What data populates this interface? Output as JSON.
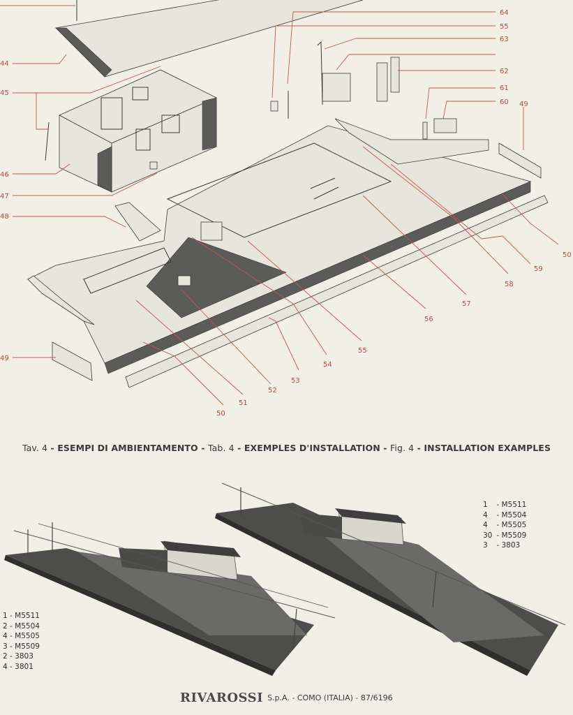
{
  "callouts": {
    "c44": "44",
    "c45": "45",
    "c46": "46",
    "c47": "47",
    "c48": "48",
    "c49_left": "49",
    "c64": "64",
    "c55_top": "55",
    "c63": "63",
    "c62": "62",
    "c61": "61",
    "c60": "60",
    "c49_right": "49",
    "c50_right": "50",
    "c59": "59",
    "c58": "58",
    "c57": "57",
    "c56": "56",
    "c55_bottom": "55",
    "c54": "54",
    "c53": "53",
    "c52": "52",
    "c51": "51",
    "c50_bottom": "50"
  },
  "caption": {
    "tav": "Tav. 4",
    "it": "ESEMPI DI AMBIENTAMENTO",
    "tab": "Tab. 4",
    "fr": "EXEMPLES D'INSTALLATION",
    "fig": "Fig. 4",
    "en": "INSTALLATION EXAMPLES",
    "sep": " - "
  },
  "parts_right": [
    {
      "qty": "1",
      "code": "M5511"
    },
    {
      "qty": "4",
      "code": "M5504"
    },
    {
      "qty": "4",
      "code": "M5505"
    },
    {
      "qty": "30",
      "code": "M5509"
    },
    {
      "qty": "3",
      "code": "3803"
    }
  ],
  "parts_left": [
    {
      "qty": "1",
      "code": "M5511"
    },
    {
      "qty": "2",
      "code": "M5504"
    },
    {
      "qty": "4",
      "code": "M5505"
    },
    {
      "qty": "3",
      "code": "M5509"
    },
    {
      "qty": "2",
      "code": "3803"
    },
    {
      "qty": "4",
      "code": "3801"
    }
  ],
  "footer": {
    "logo": "RIVAROSSI",
    "company": "S.p.A. - COMO (ITALIA) - 87/6196"
  },
  "colors": {
    "paper": "#f1efe6",
    "callout_red": "#b84a3f",
    "ink": "#3a3a3a"
  }
}
